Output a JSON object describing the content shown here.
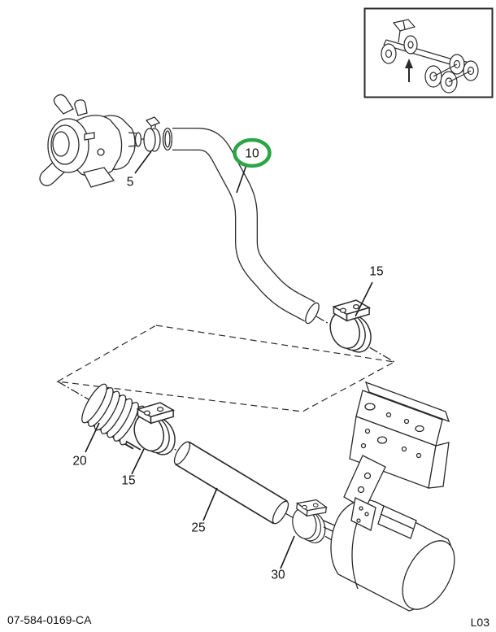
{
  "diagram": {
    "footer": {
      "doc_number": "07-584-0169-CA",
      "page_code": "L03"
    },
    "colors": {
      "line": "#2a2a2a",
      "highlight_green": "#2BA546",
      "background": "#FFFFFF"
    },
    "inset": {
      "icon": "truck-chassis-icon",
      "arrow_direction": "up"
    },
    "callouts": {
      "c5": {
        "label": "5",
        "highlighted": false
      },
      "c10": {
        "label": "10",
        "highlighted": true
      },
      "c15_upper": {
        "label": "15",
        "highlighted": false
      },
      "c20": {
        "label": "20",
        "highlighted": false
      },
      "c15_lower": {
        "label": "15",
        "highlighted": false
      },
      "c25": {
        "label": "25",
        "highlighted": false
      },
      "c30": {
        "label": "30",
        "highlighted": false
      }
    }
  }
}
